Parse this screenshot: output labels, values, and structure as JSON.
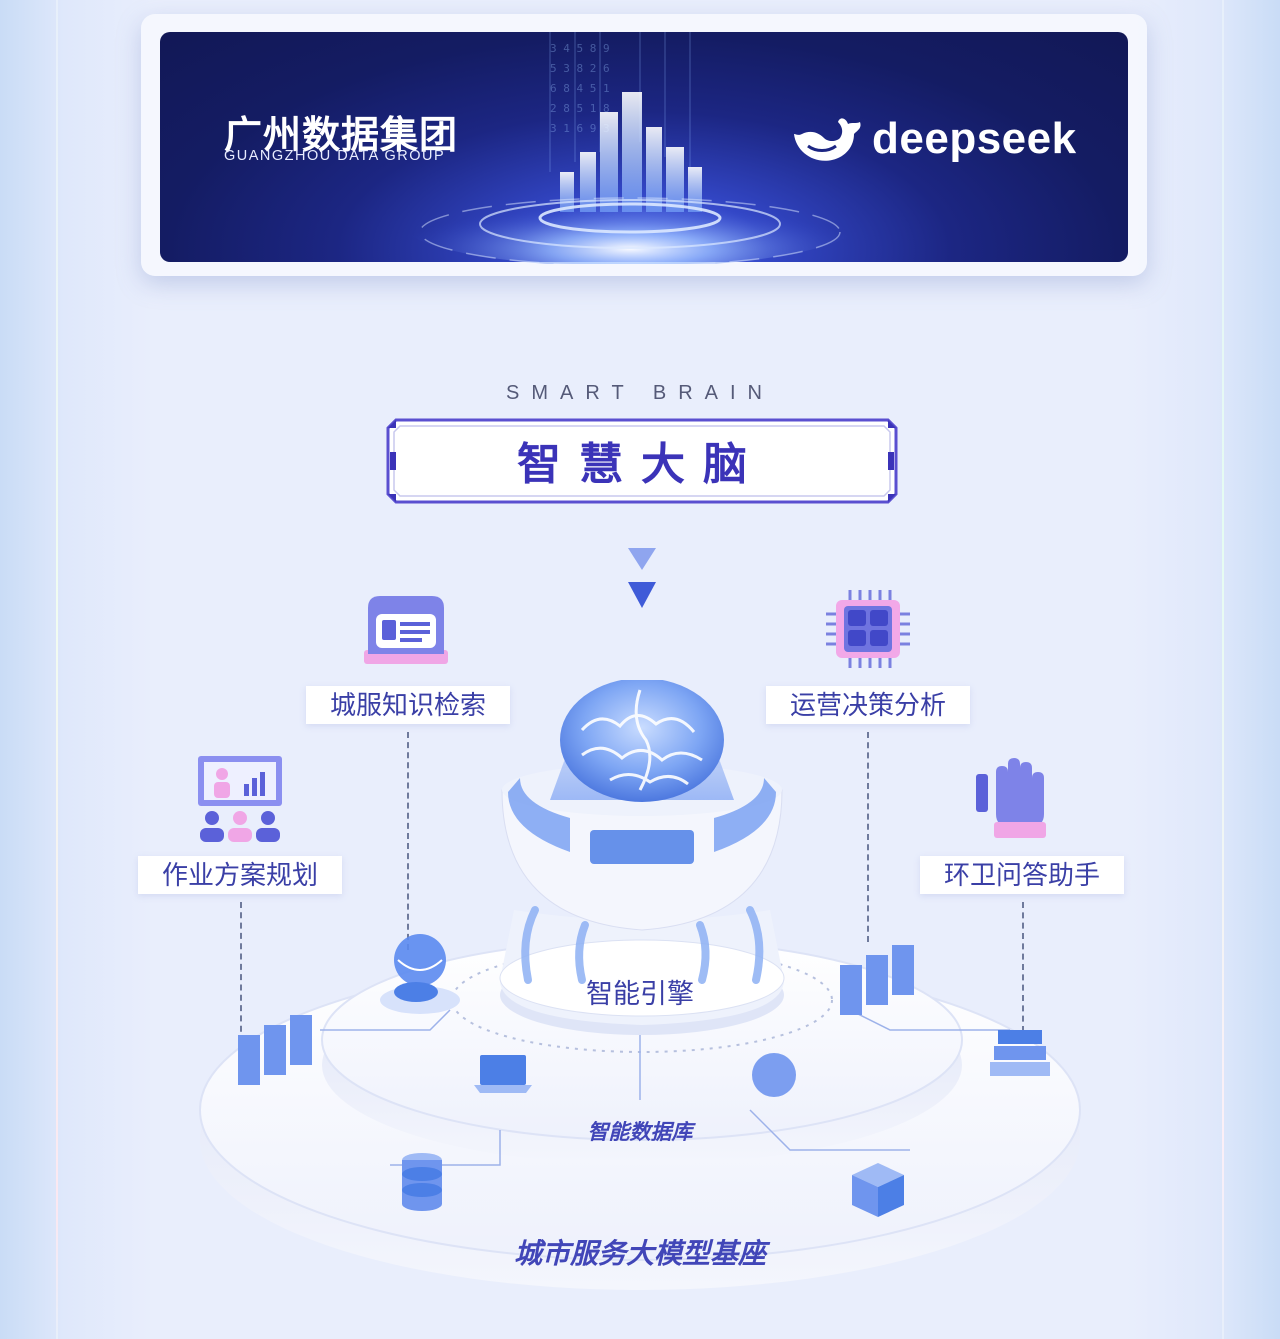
{
  "banner": {
    "org_name": "广州数据集团",
    "org_name_en": "GUANGZHOU DATA GROUP",
    "partner": "deepseek"
  },
  "section": {
    "subtitle_en": "SMART BRAIN",
    "title": "智慧大脑"
  },
  "capabilities": [
    {
      "label": "城服知识检索",
      "icon": "knowledge-box-icon"
    },
    {
      "label": "运营决策分析",
      "icon": "chip-icon"
    },
    {
      "label": "作业方案规划",
      "icon": "presentation-icon"
    },
    {
      "label": "环卫问答助手",
      "icon": "glove-icon"
    }
  ],
  "layers": {
    "engine": "智能引擎",
    "database": "智能数据库",
    "base": "城市服务大模型基座"
  },
  "colors": {
    "accent": "#3b33b8",
    "banner_bg": "#1c2683",
    "arrow": "#3f5bd8"
  }
}
